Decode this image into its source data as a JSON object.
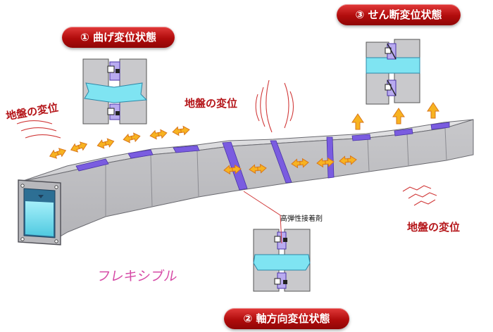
{
  "badges": {
    "bending": "① 曲げ変位状態",
    "shear": "③ せん断変位状態",
    "axial": "② 軸方向変位状態"
  },
  "ground_label": "地盤の変位",
  "adhesive_label": "高弾性接着剤",
  "flexible_label": "フレキシブル",
  "colors": {
    "badge_red": "#c4161c",
    "ground_text": "#b5161a",
    "flexible_text": "#d64aa6",
    "joint_purple": "#7a5ce0",
    "water_cyan": "#7fe4f2",
    "concrete_gray": "#c9c9cc",
    "arrow_orange": "#f4a31a"
  },
  "icons": {
    "displacement_arrow": "double-headed-arrow-icon",
    "upward_arrow": "up-arrow-icon",
    "vibration": "vibration-lines-icon"
  }
}
